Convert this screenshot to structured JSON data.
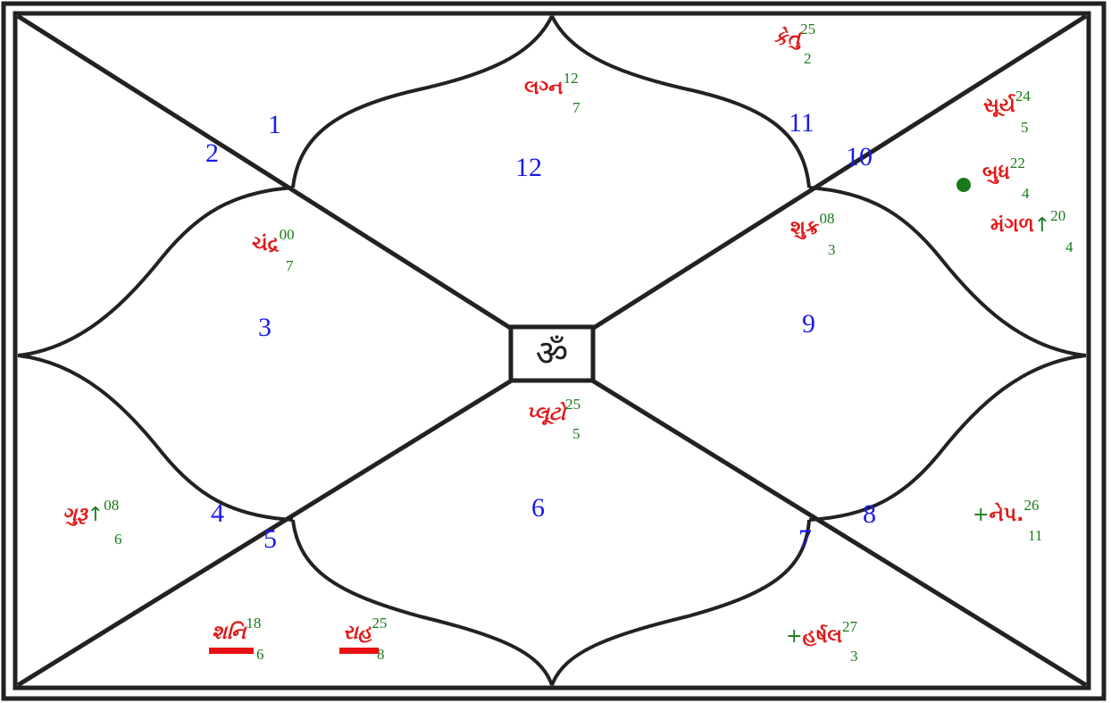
{
  "center_symbol": "ॐ",
  "houses": [
    "1",
    "2",
    "3",
    "4",
    "5",
    "6",
    "7",
    "8",
    "9",
    "10",
    "11",
    "12"
  ],
  "planets": {
    "lagna": {
      "name": "લગ્ન",
      "degree": "12",
      "sign": "7"
    },
    "ketu": {
      "name": "કેતુ",
      "degree": "25",
      "sign": "2"
    },
    "surya": {
      "name": "સૂર્ય",
      "degree": "24",
      "sign": "5"
    },
    "budh": {
      "name": "બુધ",
      "degree": "22",
      "sign": "4"
    },
    "mangal": {
      "name": "મંગળ",
      "degree": "20",
      "sign": "4",
      "marker": "↑"
    },
    "shukra": {
      "name": "શુક્ર",
      "degree": "08",
      "sign": "3"
    },
    "chandra": {
      "name": "ચંદ્ર",
      "degree": "00",
      "sign": "7"
    },
    "pluto": {
      "name": "પ્લૂટો",
      "degree": "25",
      "sign": "5"
    },
    "guru": {
      "name": "ગુરૂ",
      "degree": "08",
      "sign": "6",
      "marker": "↑"
    },
    "shani": {
      "name": "શનિ",
      "degree": "18",
      "sign": "6"
    },
    "rahu": {
      "name": "રાહ",
      "degree": "25",
      "sign": "8"
    },
    "neptune": {
      "name": "નેપ.",
      "degree": "26",
      "sign": "11",
      "marker": "+"
    },
    "herschel": {
      "name": "હર્ષલ",
      "degree": "27",
      "sign": "3",
      "marker": "+"
    }
  },
  "colors": {
    "house_number": "#1a1aee",
    "planet_name": "#e01818",
    "degree": "#1a7a1a",
    "lines": "#222222"
  }
}
